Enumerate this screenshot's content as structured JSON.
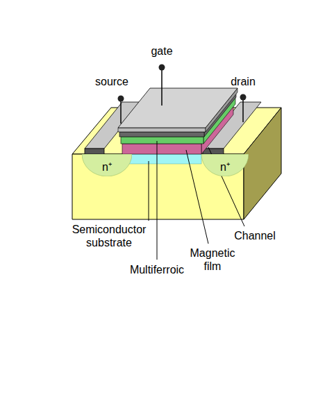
{
  "diagram": {
    "nodes": [
      {
        "text": [
          "n⁺"
        ]
      },
      {
        "text": [
          "n⁺"
        ]
      }
    ],
    "labels": [
      "gate",
      "source",
      "drain",
      "Semiconductor substrate",
      "Channel",
      "Magnetic film",
      "Multiferroic"
    ]
  }
}
